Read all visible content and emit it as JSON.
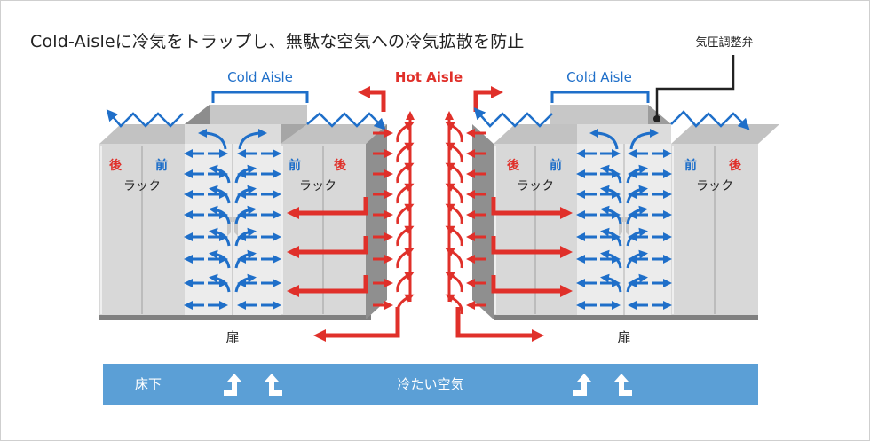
{
  "title": "Cold-Aisleに冷気をトラップし、無駄な空気への冷気拡散を防止",
  "labels": {
    "cold_aisle": "Cold Aisle",
    "hot_aisle": "Hot Aisle",
    "damper": "気圧調整弁",
    "rear": "後",
    "front": "前",
    "rack": "ラック",
    "door": "扉",
    "underfloor": "床下",
    "cold_air": "冷たい空気"
  },
  "colors": {
    "cold": "#1f6fc9",
    "hot": "#e0302a",
    "floor_band": "#5b9fd6",
    "rack_face": "#d8d8d8",
    "rack_top": "#c2c2c2",
    "rack_side": "#8f8f8f",
    "floor_line": "#808080"
  }
}
